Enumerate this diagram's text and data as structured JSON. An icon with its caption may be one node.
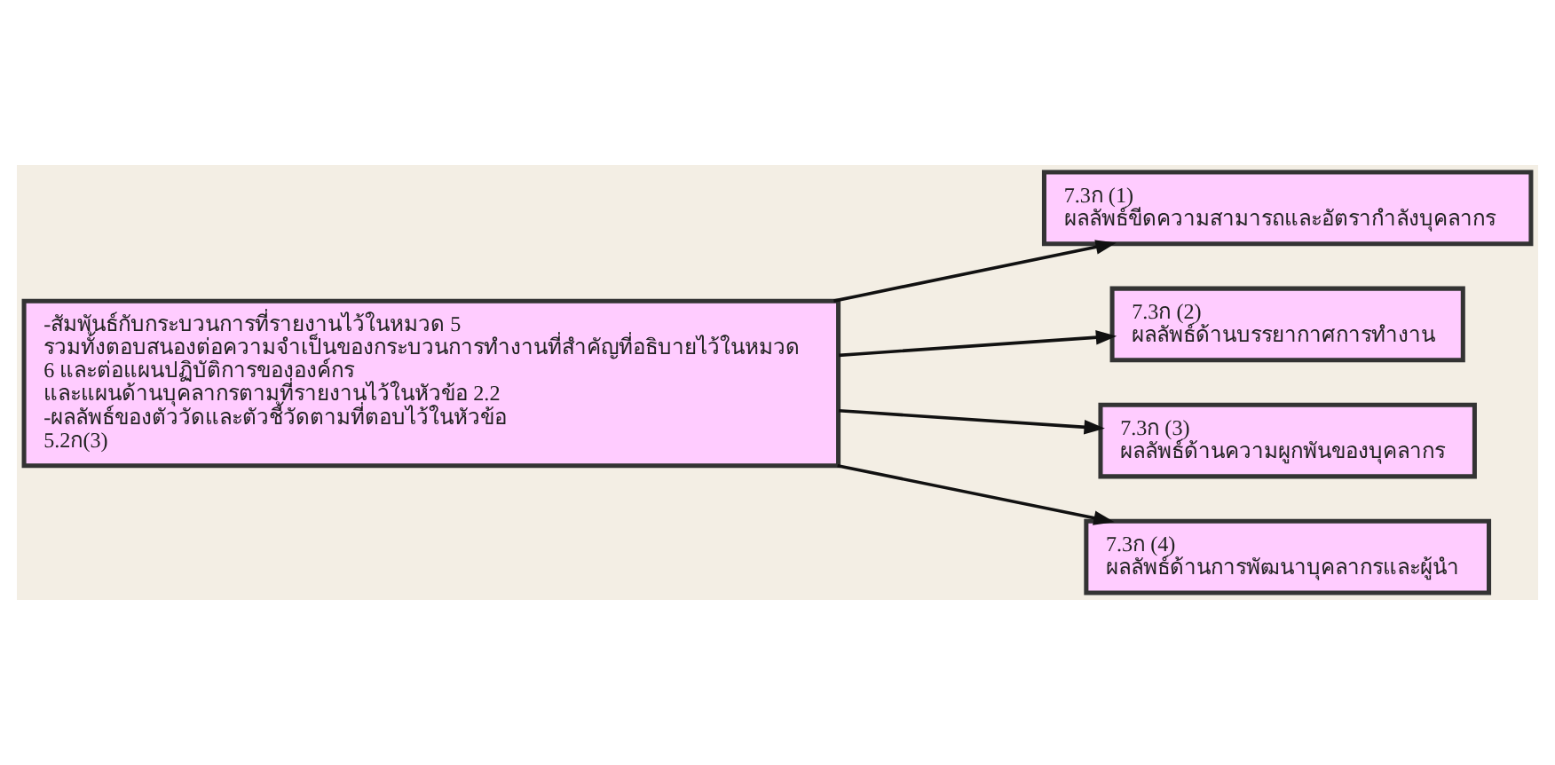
{
  "diagram": {
    "nodes": [
      {
        "text": [
          "-สัมพันธ์กับกระบวนการที่รายงานไว้ในหมวด 5 รวมทั้งตอบสนองต่อความจำเป็นของกระบวนการทำงานที่สำคัญที่อธิบายไว้ในหมวด 6 และต่อแผนปฏิบัติการขององค์กร และแผนด้านบุคลากรตามที่รายงานไว้ในหัวข้อ 2.2",
          "-ผลลัพธ์ของตัววัดและตัวชี้วัดตามที่ตอบไว้ในหัวข้อ 5.2ก(3)"
        ]
      },
      {
        "text": [
          "7.3ก (1) ผลลัพธ์ขีดความสามารถและอัตรากำลังบุคลากร"
        ]
      },
      {
        "text": [
          "7.3ก (2) ผลลัพธ์ด้านบรรยากาศการทำงาน"
        ]
      },
      {
        "text": [
          "7.3ก (3) ผลลัพธ์ด้านความผูกพันของบุคลากร"
        ]
      },
      {
        "text": [
          "7.3ก (4) ผลลัพธ์ด้านการพัฒนาบุคลากรและผู้นำ"
        ]
      }
    ],
    "edges": [
      {
        "from": 0,
        "to": 1,
        "arrow": "to"
      },
      {
        "from": 0,
        "to": 2,
        "arrow": "to"
      },
      {
        "from": 0,
        "to": 3,
        "arrow": "to"
      },
      {
        "from": 0,
        "to": 4,
        "arrow": "to"
      }
    ]
  }
}
